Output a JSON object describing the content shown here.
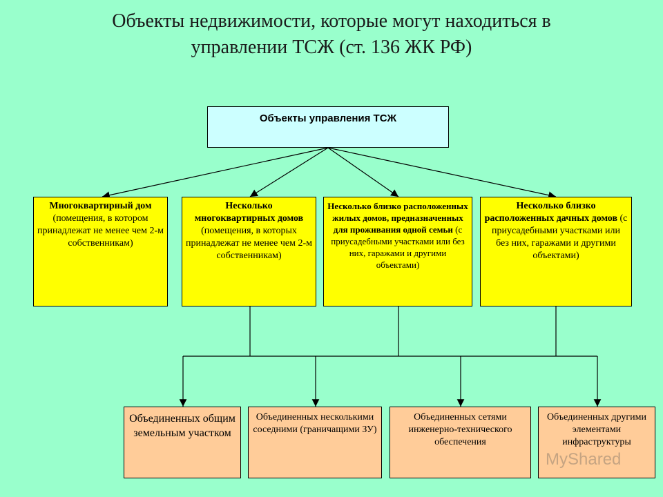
{
  "title": {
    "line1": "Объекты недвижимости, которые могут находиться в",
    "line2": "управлении ТСЖ (ст. 136 ЖК РФ)"
  },
  "root": {
    "label": "Объекты управления ТСЖ"
  },
  "level2": [
    {
      "bold": "Многоквартирный дом",
      "rest": " (помещения, в котором принадлежат не менее чем 2-м собственникам)"
    },
    {
      "bold": "Несколько многоквартирных домов",
      "rest": " (помещения, в которых принадлежат не менее чем 2-м собственникам)"
    },
    {
      "bold": "Несколько близко расположенных жилых домов, предназначенных для проживания одной семьи",
      "rest": " (с приусадебными участками или без них, гаражами и другими объектами)"
    },
    {
      "bold": "Несколько близко расположенных дачных домов",
      "rest": " (с приусадебными участками или без них, гаражами и другими объектами)"
    }
  ],
  "level3": [
    {
      "label": "Объединенных общим земельным участком"
    },
    {
      "label": "Объединенных несколькими соседними (граничащими ЗУ)"
    },
    {
      "label": "Объединенных сетями инженерно-технического обеспечения"
    },
    {
      "label": "Объединенных другими элементами инфраструктуры"
    }
  ],
  "watermark": "MyShared",
  "colors": {
    "background": "#99ffcc",
    "root_fill": "#ccffff",
    "level2_fill": "#ffff00",
    "level3_fill": "#ffcc99"
  }
}
